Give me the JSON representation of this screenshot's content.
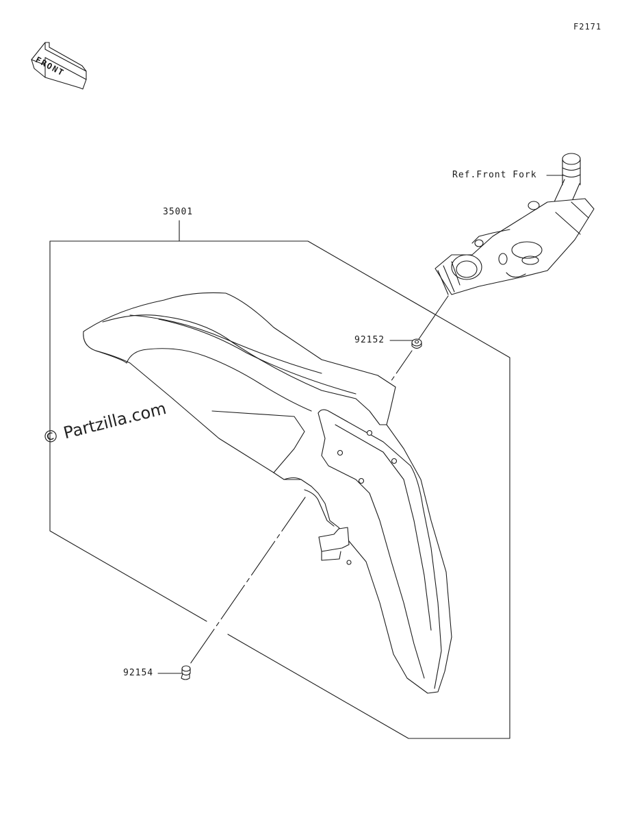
{
  "diagram": {
    "figure_code": "F2171",
    "direction_label": "FRONT",
    "watermark": "© Partzilla.com",
    "reference_label": "Ref.Front Fork",
    "parts": [
      {
        "part_number": "35001"
      },
      {
        "part_number": "92152"
      },
      {
        "part_number": "92154"
      }
    ]
  }
}
